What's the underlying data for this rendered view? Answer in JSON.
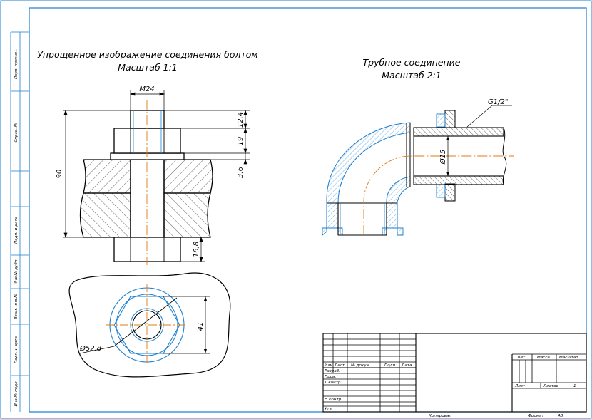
{
  "views": {
    "bolt": {
      "title": "Упрощенное изображение соединения болтом",
      "scale": "Масштаб 1:1"
    },
    "pipe": {
      "title": "Трубное соединение",
      "scale": "Масштаб 2:1"
    }
  },
  "dimensions": {
    "thread": "M24",
    "height_total": "90",
    "nut_top": "12,4",
    "nut_height": "19",
    "washer": "3,6",
    "bolt_tail": "16,8",
    "across_flats": "41",
    "diameter": "Ø52,8",
    "pipe_thread": "G1/2\"",
    "pipe_bore": "Ø15"
  },
  "side_labels": [
    "Перв. примен.",
    "Справ. №",
    "Подп. и дата",
    "Инв.№ дубл.",
    "Взам. инв.№",
    "Подп. и дата",
    "Инв.№ подл."
  ],
  "title_block": {
    "col_headers": [
      "Изм",
      "Лист",
      "№ докум.",
      "Подп.",
      "Дата"
    ],
    "row_labels": [
      "Разраб.",
      "Пров.",
      "Т.контр.",
      "",
      "Н.контр.",
      "Утв."
    ],
    "lit": "Лит.",
    "mass": "Масса",
    "scale": "Масштаб",
    "sheet": "Лист",
    "sheets": "Листов",
    "sheets_value": "1"
  },
  "footer": {
    "copied": "Копировал",
    "format": "Формат",
    "format_value": "A3"
  },
  "colors": {
    "line": "#000000",
    "secondary": "#1a7fd1",
    "axis": "#e07a10"
  }
}
